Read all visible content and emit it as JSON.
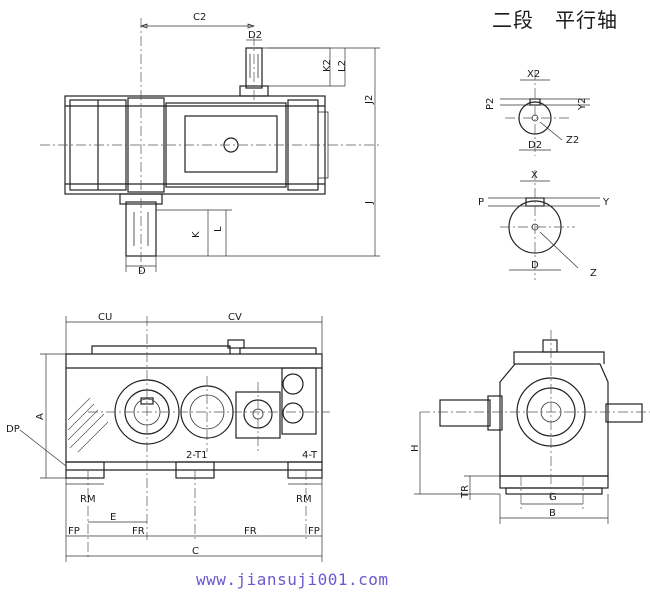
{
  "title": "二段　平行轴",
  "watermark": "www.jiansuji001.com",
  "labels": {
    "c2": "C2",
    "d2": "D2",
    "k2": "K2",
    "l2": "L2",
    "j2": "J2",
    "j": "J",
    "k": "K",
    "l": "L",
    "d": "D",
    "x2": "X2",
    "p2": "P2",
    "y2": "Y2",
    "z2": "Z2",
    "d2_key": "D2",
    "x": "X",
    "p": "P",
    "y": "Y",
    "d_key": "D",
    "z": "Z",
    "cu": "CU",
    "cv": "CV",
    "dp": "DP",
    "a": "A",
    "rm_left": "RM",
    "rm_right": "RM",
    "e": "E",
    "two_t1": "2-T1",
    "four_t": "4-T",
    "fp_left": "FP",
    "fr_left": "FR",
    "fr_right": "FR",
    "fp_right": "FP",
    "c": "C",
    "h": "H",
    "tr": "TR",
    "g": "G",
    "b": "B"
  }
}
